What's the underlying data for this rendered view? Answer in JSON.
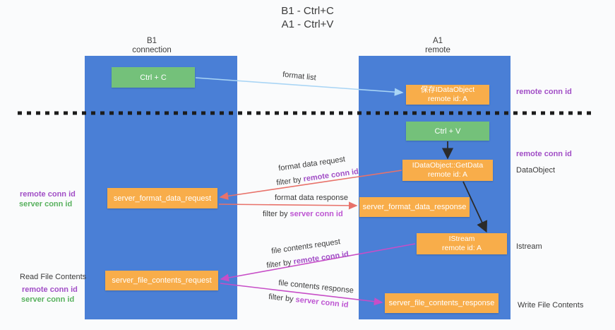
{
  "title": {
    "line1": "B1 - Ctrl+C",
    "line2": "A1 - Ctrl+V"
  },
  "lanes": {
    "left": {
      "name": "B1",
      "role": "connection"
    },
    "right": {
      "name": "A1",
      "role": "remote"
    }
  },
  "nodes": {
    "ctrl_c": "Ctrl + C",
    "ctrl_v": "Ctrl + V",
    "save_idataobject": {
      "line1": "保存IDataObject",
      "line2": "remote id: A"
    },
    "getdata": {
      "line1": "IDataObject::GetData",
      "line2": "remote id: A"
    },
    "istream": {
      "line1": "IStream",
      "line2": "remote id: A"
    },
    "server_format_data_request": "server_format_data_request",
    "server_format_data_response": "server_format_data_response",
    "server_file_contents_request": "server_file_contents_request",
    "server_file_contents_response": "server_file_contents_response"
  },
  "annotations": {
    "format_list": "format list",
    "format_data_request": "format data request",
    "format_data_response": "format data response",
    "file_contents_request": "file contents request",
    "file_contents_response": "file contents response",
    "filter_by": "filter by ",
    "remote_conn_id": "remote conn id",
    "server_conn_id": "server conn id"
  },
  "side_labels": {
    "right_remote_conn_id_top": "remote conn id",
    "right_remote_conn_id_mid": "remote conn id",
    "data_object": "DataObject",
    "istream": "Istream",
    "write_file_contents": "Write File Contents",
    "left_remote_conn_id_top": "remote conn id",
    "left_server_conn_id_top": "server conn id",
    "read_file_contents": "Read File Contents",
    "left_remote_conn_id_bottom": "remote conn id",
    "left_server_conn_id_bottom": "server conn id"
  },
  "colors": {
    "lane_blue": "#4a7fd6",
    "box_orange": "#f8ad4a",
    "box_green": "#74c17a",
    "purple": "#a14ec6",
    "orchid": "#bd55d2",
    "green_text": "#58b15e",
    "arrow_light_blue": "#a9d5f5",
    "arrow_red": "#e8726a",
    "arrow_magenta": "#c74ec7",
    "arrow_black": "#2b2b2b",
    "background": "#fafbfc"
  }
}
